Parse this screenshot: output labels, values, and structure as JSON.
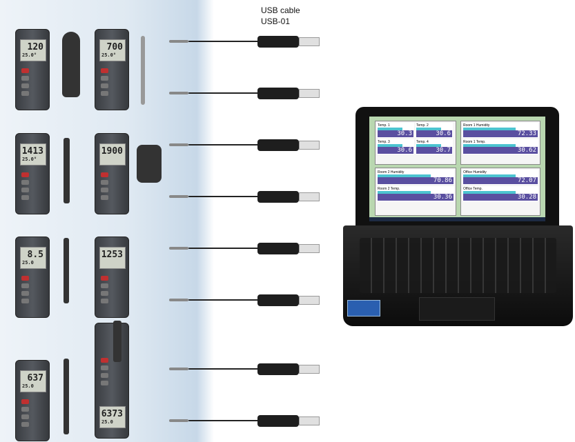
{
  "caption": {
    "line1": "USB cable",
    "line2": "USB-01"
  },
  "meters": [
    {
      "reading": "120",
      "sub": "25.0°"
    },
    {
      "reading": "700",
      "sub": "25.0°"
    },
    {
      "reading": "1413",
      "sub": "25.0°"
    },
    {
      "reading": "1900",
      "sub": ""
    },
    {
      "reading": "8.5",
      "sub": "25.0"
    },
    {
      "reading": "1253",
      "sub": ""
    },
    {
      "reading": "637",
      "sub": "25.0"
    },
    {
      "reading": "6373",
      "sub": "25.0"
    }
  ],
  "laptop_screen": {
    "tiles": [
      {
        "label": "Temp. 1",
        "value": "30.3"
      },
      {
        "label": "Temp. 2",
        "value": "30.6"
      },
      {
        "label": "Temp. 3",
        "value": "30.6"
      },
      {
        "label": "Temp. 4",
        "value": "30.7"
      },
      {
        "label": "Room 1 Humidity",
        "value": "72.33"
      },
      {
        "label": "Room 1 Temp.",
        "value": "30.62"
      },
      {
        "label": "Room 2 Humidity",
        "value": "70.86"
      },
      {
        "label": "Room 2 Temp.",
        "value": "30.36"
      },
      {
        "label": "Office Humidity",
        "value": "72.07"
      },
      {
        "label": "Office Temp.",
        "value": "30.28"
      }
    ]
  },
  "colors": {
    "lcd_value_bg": "#5a4fa0",
    "bar": "#4cc4d0",
    "screen_bg": "#b9d7b0"
  }
}
